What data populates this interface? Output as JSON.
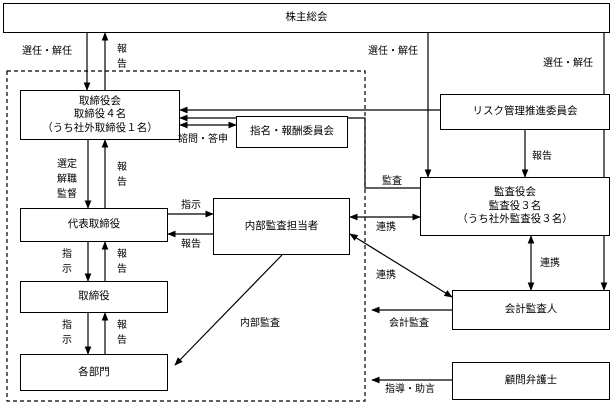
{
  "nodes": {
    "shareholders": [
      "株主総会"
    ],
    "board": [
      "取締役会",
      "取締役４名",
      "（うち社外取締役１名）"
    ],
    "nomination": [
      "指名・報酬委員会"
    ],
    "risk": [
      "リスク管理推進委員会"
    ],
    "audit_board": [
      "監査役会",
      "監査役３名",
      "（うち社外監査役３名）"
    ],
    "ceo": [
      "代表取締役"
    ],
    "internal_audit": [
      "内部監査担当者"
    ],
    "directors": [
      "取締役"
    ],
    "auditor": [
      "会計監査人"
    ],
    "departments": [
      "各部門"
    ],
    "counsel": [
      "顧問弁護士"
    ]
  },
  "edge_labels": {
    "elect_dismiss": "選任・解任",
    "report": "報告",
    "consult_report": "諮問・答申",
    "select_dismiss_supervise": [
      "選定",
      "解職",
      "監督"
    ],
    "instruct": "指示",
    "audit": "監査",
    "cooperate": "連携",
    "accounting_audit": "会計監査",
    "internal_audit": "内部監査",
    "guidance_advice": "指導・助言"
  }
}
